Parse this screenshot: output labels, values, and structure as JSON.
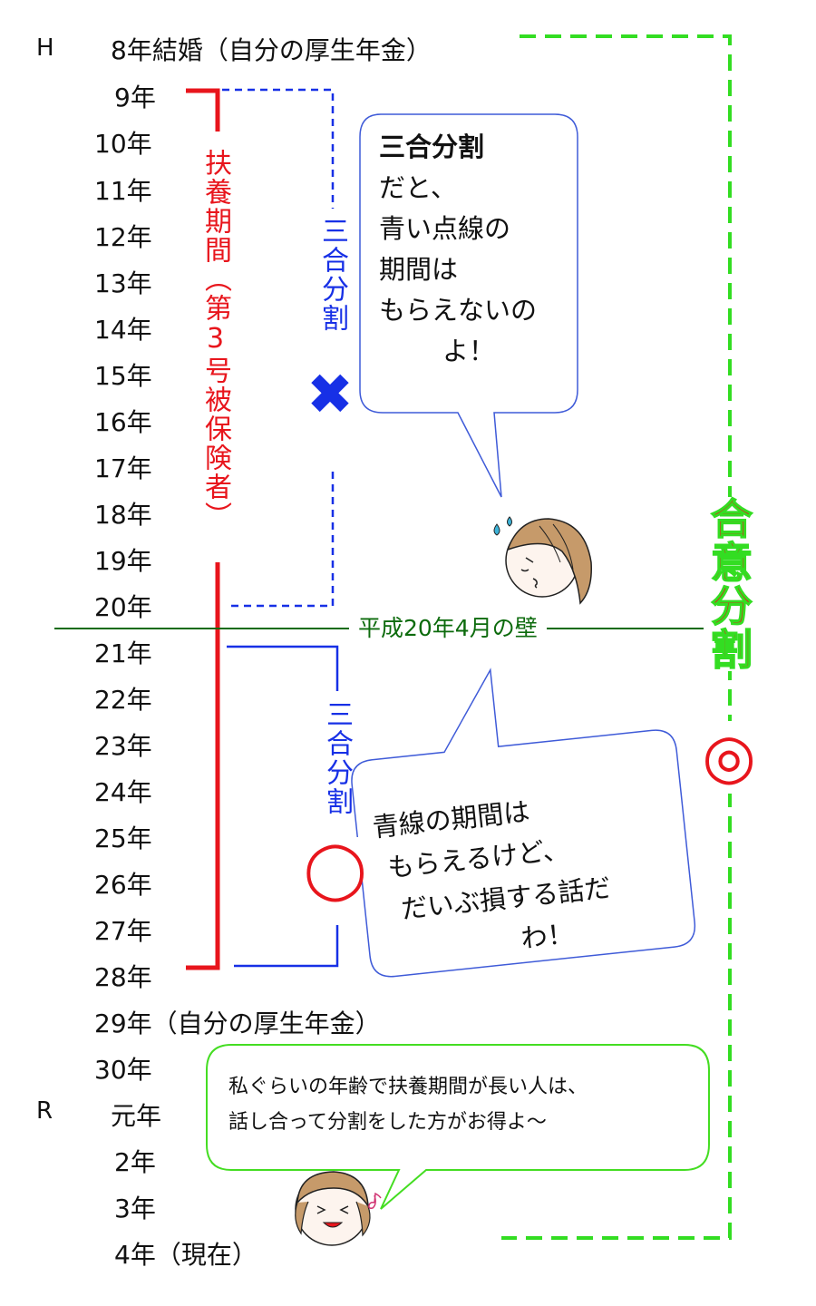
{
  "eras": {
    "heisei": "H",
    "reiwa": "R"
  },
  "timeline": {
    "marriage": "8年結婚（自分の厚生年金）",
    "years": [
      "9年",
      "10年",
      "11年",
      "12年",
      "13年",
      "14年",
      "15年",
      "16年",
      "17年",
      "18年",
      "19年",
      "20年",
      "21年",
      "22年",
      "23年",
      "24年",
      "25年",
      "26年",
      "27年",
      "28年"
    ],
    "return_to_work": "29年（自分の厚生年金）",
    "after": [
      "30年",
      "元年",
      "2年",
      "3年",
      "4年（現在）"
    ]
  },
  "labels": {
    "dependent_period": "扶養期間（第3号被保険者）",
    "sango_upper": "三合分割",
    "sango_lower": "三合分割",
    "wall": "平成20年4月の壁",
    "goui": "合意分割"
  },
  "marks": {
    "upper": "✖",
    "lower": "◯",
    "goui": "◎"
  },
  "bubbles": {
    "top": {
      "title": "三合分割",
      "lines": [
        "だと、",
        "青い点線の",
        "期間は",
        "もらえないの",
        "よ！"
      ]
    },
    "middle": {
      "lines": [
        "青線の期間は",
        "もらえるけど、",
        "だいぶ損する話だ",
        "わ！"
      ]
    },
    "bottom": {
      "lines": [
        "私ぐらいの年齢で扶養期間が長い人は、",
        "話し合って分割をした方がお得よ～"
      ]
    }
  },
  "colors": {
    "red": "#e8151c",
    "blue": "#1730e6",
    "green_dash": "#33dd22",
    "dark_green": "#0d6b0d",
    "bubble_border": "#3f5bd8",
    "bubble_border_green": "#44dd22",
    "hair": "#c69a6a"
  }
}
